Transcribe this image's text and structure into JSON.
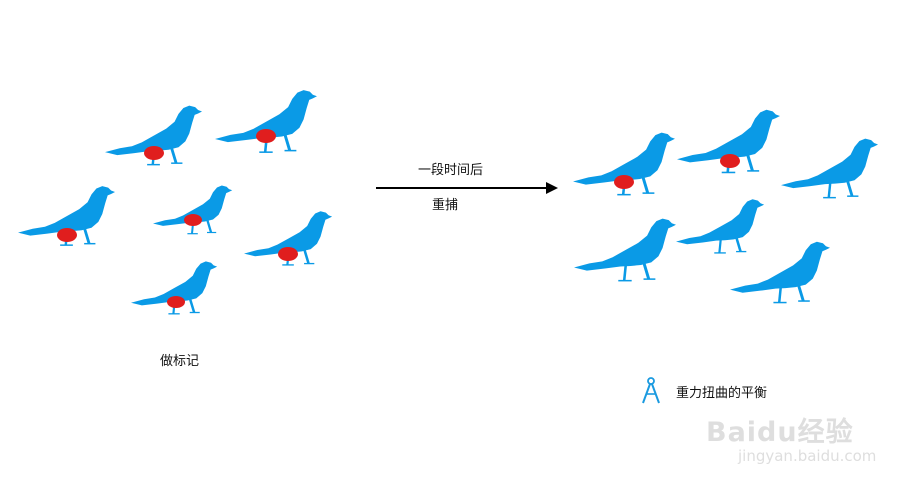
{
  "labels": {
    "mark": "做标记",
    "after_time": "一段时间后",
    "recapture": "重捕"
  },
  "caption": {
    "icon": "compass-icon",
    "text": "重力扭曲的平衡"
  },
  "watermark": {
    "logo_text": "Baidu经验",
    "url": "jingyan.baidu.com"
  },
  "colors": {
    "bird": "#0a9ae6",
    "mark": "#e01e1e",
    "arrow": "#000000",
    "icon": "#1a9ae0",
    "watermark": "#dedede"
  },
  "groups": {
    "before": {
      "bird_count": 6,
      "marked_count": 6
    },
    "after": {
      "bird_count": 6,
      "marked_count": 2
    }
  }
}
